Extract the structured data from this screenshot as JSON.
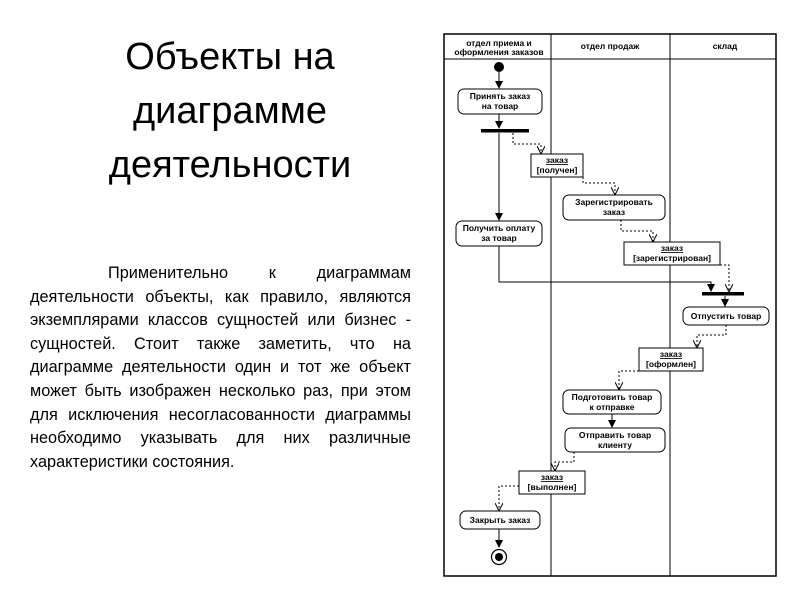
{
  "title": {
    "lines": [
      "Объекты на",
      "диаграмме",
      "деятельности"
    ]
  },
  "body_text": "Применительно к диаграммам деятельности объекты, как правило, являются экземплярами классов сущностей или бизнес - сущностей. Стоит также заметить, что на диаграмме деятельности один и тот же объект может быть изображен несколько раз, при этом для исключения несогласованности диаграммы необходимо указывать для них различные характеристики состояния.",
  "diagram": {
    "swimlanes": [
      {
        "id": "reception",
        "label_lines": [
          "отдел приема и",
          "оформления заказов"
        ]
      },
      {
        "id": "sales",
        "label_lines": [
          "отдел продаж"
        ]
      },
      {
        "id": "warehouse",
        "label_lines": [
          "склад"
        ]
      }
    ],
    "activities": [
      {
        "id": "accept",
        "lines": [
          "Принять заказ",
          "на товар"
        ]
      },
      {
        "id": "register",
        "lines": [
          "Зарегистрировать",
          "заказ"
        ]
      },
      {
        "id": "payment",
        "lines": [
          "Получить оплату",
          "за товар"
        ]
      },
      {
        "id": "release",
        "lines": [
          "Отпустить товар"
        ]
      },
      {
        "id": "prepare",
        "lines": [
          "Подготовить товар",
          "к отправке"
        ]
      },
      {
        "id": "send",
        "lines": [
          "Отправить товар",
          "клиенту"
        ]
      },
      {
        "id": "close",
        "lines": [
          "Закрыть заказ"
        ]
      }
    ],
    "objects": [
      {
        "id": "obj-received",
        "lines": [
          "заказ",
          "[получен]"
        ]
      },
      {
        "id": "obj-registered",
        "lines": [
          "заказ",
          "[зарегистрирован]"
        ]
      },
      {
        "id": "obj-formed",
        "lines": [
          "заказ",
          "[оформлен]"
        ]
      },
      {
        "id": "obj-done",
        "lines": [
          "заказ",
          "[выполнен]"
        ]
      }
    ]
  }
}
